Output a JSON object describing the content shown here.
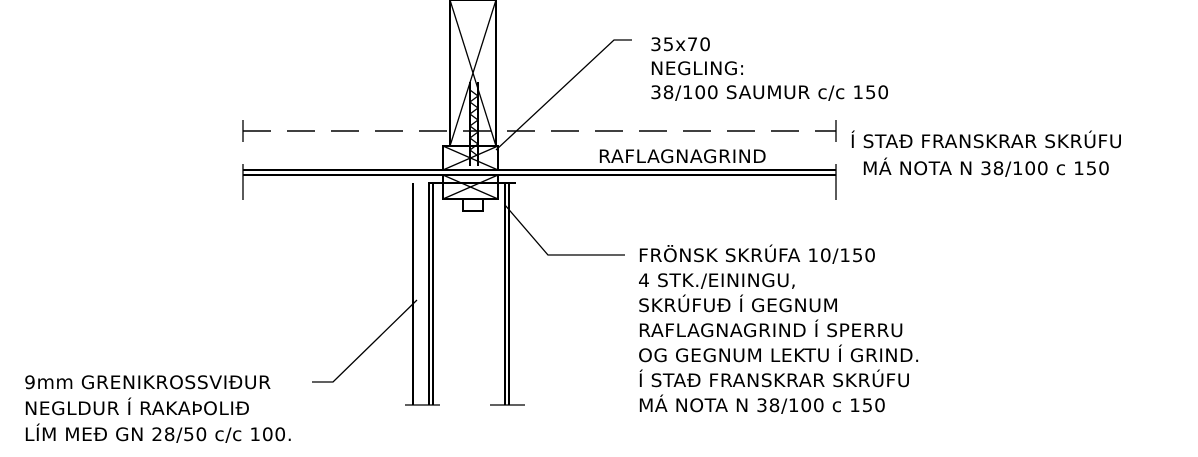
{
  "callouts": {
    "stud": {
      "line1": "35x70",
      "line2": "NEGLING:",
      "line3": "38/100 SAUMUR c/c 150"
    },
    "right_note": {
      "line1": "Í STAÐ FRANSKRAR SKRÚFU",
      "line2": "MÁ NOTA N 38/100 c 150"
    },
    "batten_label": "RAFLAGNAGRIND",
    "screw": {
      "line1": "FRÖNSK SKRÚFA 10/150",
      "line2": "4 STK./EININGU,",
      "line3": "SKRÚFUÐ Í GEGNUM",
      "line4": "RAFLAGNAGRIND Í SPERRU",
      "line5": "OG GEGNUM LEKTU Í GRIND.",
      "line6": "Í STAÐ FRANSKRAR SKRÚFU",
      "line7": "MÁ NOTA N 38/100 c 150"
    },
    "plywood": {
      "line1": "9mm GRENIKROSSVIÐUR",
      "line2": "NEGLDUR Í RAKAÞOLIÐ",
      "line3": "LÍM MEÐ GN 28/50 c/c 100."
    }
  }
}
